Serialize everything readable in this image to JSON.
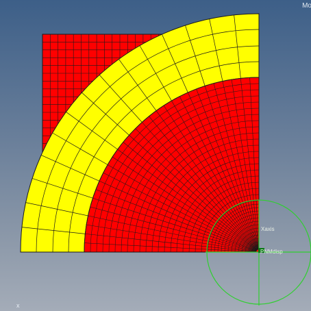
{
  "viewport": {
    "title_label": "Moc",
    "triad_label": "x"
  },
  "csys": {
    "x_axis_label": "Xaxis",
    "node_label": "PNM",
    "disp_label": "disp"
  },
  "colors": {
    "background_top": "#3d5f88",
    "background_bottom": "#a4acb8",
    "mesh_red": "#ff0000",
    "mesh_yellow": "#ffff00",
    "mesh_lines": "#1a1a1a",
    "csys_green": "#2fcf2f",
    "node_marker": "#0a7a16"
  },
  "icons": [
    "coordinate-system-circle-icon",
    "triad-icon"
  ]
}
